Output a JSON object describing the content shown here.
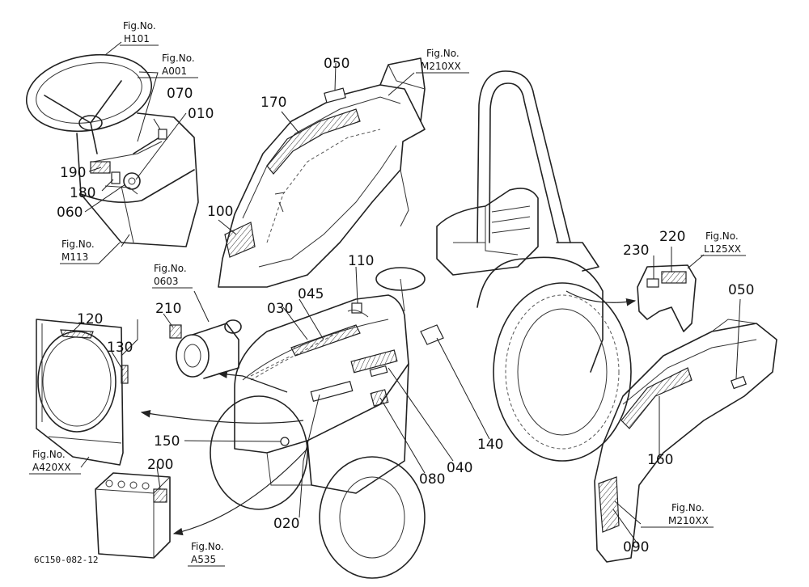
{
  "figure_refs": [
    {
      "id": "h101",
      "label": "Fig.No.",
      "code": "H101"
    },
    {
      "id": "a001",
      "label": "Fig.No.",
      "code": "A001"
    },
    {
      "id": "m113",
      "label": "Fig.No.",
      "code": "M113"
    },
    {
      "id": "m210xx-top",
      "label": "Fig.No.",
      "code": "M210XX"
    },
    {
      "id": "0603",
      "label": "Fig.No.",
      "code": "0603"
    },
    {
      "id": "l125xx",
      "label": "Fig.No.",
      "code": "L125XX"
    },
    {
      "id": "a420xx",
      "label": "Fig.No.",
      "code": "A420XX"
    },
    {
      "id": "a535",
      "label": "Fig.No.",
      "code": "A535"
    },
    {
      "id": "m210xx-bottom",
      "label": "Fig.No.",
      "code": "M210XX"
    }
  ],
  "part_numbers": {
    "p010": "010",
    "p020": "020",
    "p030": "030",
    "p040": "040",
    "p045": "045",
    "p050a": "050",
    "p050b": "050",
    "p060": "060",
    "p070": "070",
    "p080": "080",
    "p090": "090",
    "p100": "100",
    "p110": "110",
    "p120": "120",
    "p130": "130",
    "p140": "140",
    "p150": "150",
    "p160": "160",
    "p170": "170",
    "p180": "180",
    "p190": "190",
    "p200": "200",
    "p210": "210",
    "p220": "220",
    "p230": "230"
  },
  "drawing_code": "6C150-082-12"
}
